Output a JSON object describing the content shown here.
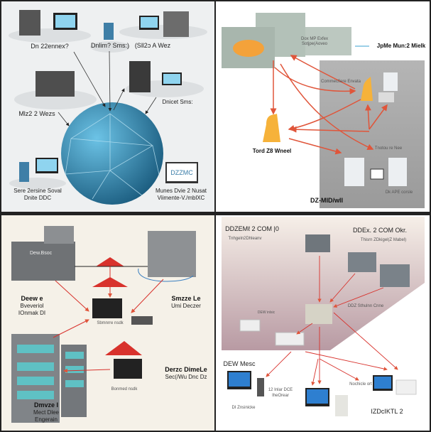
{
  "colors": {
    "accent_red": "#e0553a",
    "globe": "#3f8fb8",
    "panel_gray": "#a9a9a9",
    "q4_bg": "#c9b3b8"
  },
  "q1": {
    "top_left": "Dn 22ennex?",
    "top_mid": "Dnlim? Sms:)",
    "top_right": "(Sll2ɔ A Wez",
    "mid_right": "Dnicet Sms:",
    "mid_left": "Mlz2 2 Wezs",
    "bottom_left_1": "Sere 2ersine Soval",
    "bottom_left_2": "Dnite DDC",
    "monitor_text": "DZZMC",
    "bottom_right_1": "Munes Dvie 2 Nusat",
    "bottom_right_2": "Viimente-V./mblXC"
  },
  "q2": {
    "dc_text_1": "Dox MP Exfex",
    "dc_text_2": "Sotjpe(Aoveo",
    "link_label": "JpMe Mun:2 Mielk",
    "cluster_label": "Commecfiere Envata",
    "firewall_label": "Tord Z8 Wneel",
    "node_label": "Tnotou re Nee",
    "console_label": "Dk APE corsle",
    "panel_title": "DZ-MID/wII"
  },
  "q3": {
    "device_label": "Dew.Bsoc",
    "left_1": "Deew e",
    "left_2": "Bveveriol",
    "left_3": "IOnmak DI",
    "monitor1_label": "Sbmnrre nsdk",
    "right_1": "Smzze Le",
    "right_2": "Umi Deczer",
    "right2_1": "Derzc DimeLe",
    "right2_2": "Sec(/Wu Dnc Dz",
    "monitor2_label": "Bonmed nsdk",
    "bottom_1": "Dmvze I",
    "bottom_2": "Mect Dlee",
    "bottom_3": "Engerain"
  },
  "q4": {
    "tl_1": "DDZEMℓ 2 COM |0",
    "tl_2": "Tnhgeln2Dhleanv",
    "tr_1": "DDEx. 2 COM Okr.",
    "tr_2": "Thisrn ZDkigel(Z Mabel)",
    "core_label": "DDZ Sthulnn Cnne",
    "ap_label": "DEW inlsic",
    "ws1_title": "DEW Mesc",
    "ws1_side_1": "12 Inlar DCE",
    "ws1_side_2": "IheOrear",
    "ws1_label": "DI Znsinicke",
    "ws2_label": "Nochicle ort",
    "ws3_label": "IZDcIKTL 2"
  }
}
